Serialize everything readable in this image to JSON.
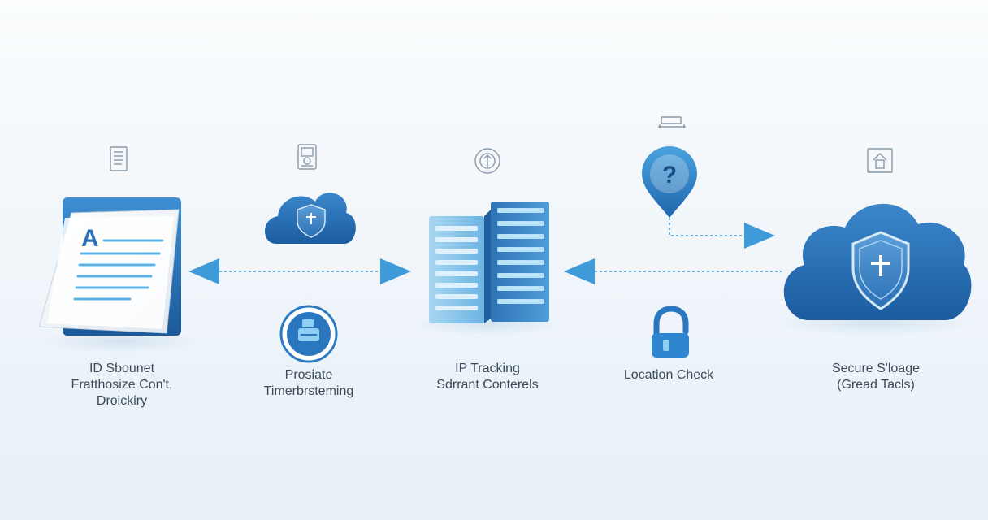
{
  "colors": {
    "primary": "#2a6fb4",
    "light": "#5ab3e6",
    "arrow": "#3f9bd8",
    "text": "#3b4b59",
    "icon_outline": "#8a9aa8"
  },
  "nodes": [
    {
      "id": "document",
      "icon": "document-icon",
      "top_icon": "checklist-icon",
      "lines": [
        "ID Sbounet",
        "Fratthosize Con't,",
        "Droickiry"
      ]
    },
    {
      "id": "privacy",
      "icon": "shield-cloud-icon",
      "top_icon": "badge-icon",
      "secondary_icon": "stamp-circle-icon",
      "lines": [
        "Prosiate",
        "Timerbrsteming"
      ]
    },
    {
      "id": "ip-tracking",
      "icon": "server-icon",
      "top_icon": "fingerprint-icon",
      "lines": [
        "IP Tracking",
        "Sdrrant Conterels"
      ]
    },
    {
      "id": "location",
      "icon": "location-pin-icon",
      "pin_glyph": "?",
      "top_icon": "bed-icon",
      "secondary_icon": "padlock-icon",
      "lines": [
        "Location Check"
      ]
    },
    {
      "id": "secure-storage",
      "icon": "shield-cloud-icon",
      "top_icon": "home-frame-icon",
      "lines": [
        "Secure S'loage",
        "(Gread Tacls)"
      ]
    }
  ]
}
